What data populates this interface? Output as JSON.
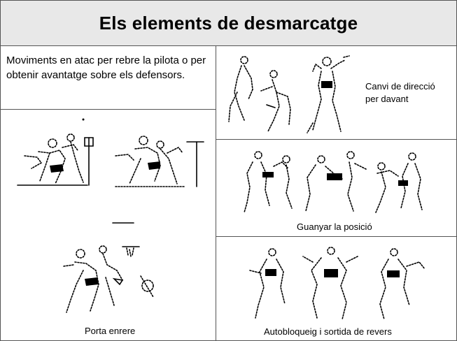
{
  "title": "Els elements de desmarcatge",
  "intro": "Moviments en atac per rebre la pilota o per obtenir avantatge sobre els defensors.",
  "panels": {
    "top_right_caption_line1": "Canvi de direcció",
    "top_right_caption_line2": "per davant",
    "middle_right_caption": "Guanyar la posició",
    "bottom_right_caption": "Autobloqueig i sortida de revers",
    "left_caption": "Porta enrere"
  }
}
